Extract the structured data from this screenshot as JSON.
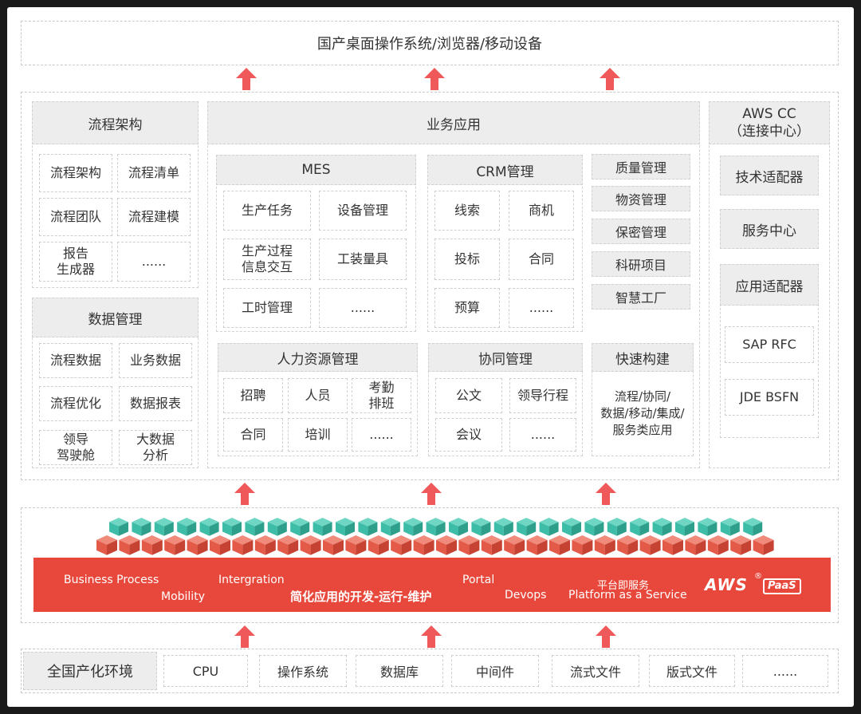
{
  "top_bar": {
    "label": "国产桌面操作系统/浏览器/移动设备"
  },
  "process_arch": {
    "title": "流程架构",
    "items": [
      "流程架构",
      "流程清单",
      "流程团队",
      "流程建模",
      "报告\n生成器",
      "......"
    ]
  },
  "data_mgmt": {
    "title": "数据管理",
    "items": [
      "流程数据",
      "业务数据",
      "流程优化",
      "数据报表",
      "领导\n驾驶舱",
      "大数据\n分析"
    ]
  },
  "business_apps": {
    "title": "业务应用",
    "mes": {
      "title": "MES",
      "items": [
        "生产任务",
        "设备管理",
        "生产过程\n信息交互",
        "工装量具",
        "工时管理",
        "......"
      ]
    },
    "crm": {
      "title": "CRM管理",
      "items": [
        "线索",
        "商机",
        "投标",
        "合同",
        "预算",
        "......"
      ]
    },
    "side_items": [
      "质量管理",
      "物资管理",
      "保密管理",
      "科研项目",
      "智慧工厂"
    ],
    "hr": {
      "title": "人力资源管理",
      "items": [
        "招聘",
        "人员",
        "考勤\n排班",
        "合同",
        "培训",
        "......"
      ]
    },
    "collab": {
      "title": "协同管理",
      "items": [
        "公文",
        "领导行程",
        "会议",
        "......"
      ]
    },
    "quick_build": {
      "title": "快速构建",
      "body": "流程/协同/\n数据/移动/集成/\n服务类应用"
    }
  },
  "aws_cc": {
    "title": "AWS CC\n（连接中心）",
    "tech_adapter": "技术适配器",
    "service_center": "服务中心",
    "app_adapter": {
      "title": "应用适配器",
      "items": [
        "SAP RFC",
        "JDE BSFN"
      ]
    }
  },
  "paas_band": {
    "business_process": "Business Process",
    "mobility": "Mobility",
    "intergration": "Intergration",
    "slogan": "简化应用的开发-运行-维护",
    "portal": "Portal",
    "devops": "Devops",
    "paas_cn": "平台即服务",
    "paas_en": "Platform as a Service",
    "logo_text": "AWS",
    "logo_badge": "PaaS",
    "logo_reg": "®"
  },
  "env_row": {
    "label": "全国产化环境",
    "items": [
      "CPU",
      "操作系统",
      "数据库",
      "中间件",
      "流式文件",
      "版式文件",
      "......"
    ]
  },
  "colors": {
    "accent_red": "#e8483b",
    "arrow_red": "#f0595a",
    "teal_cube": "#3dbda8",
    "red_cube": "#e45a48",
    "panel_gray": "#ededed"
  }
}
